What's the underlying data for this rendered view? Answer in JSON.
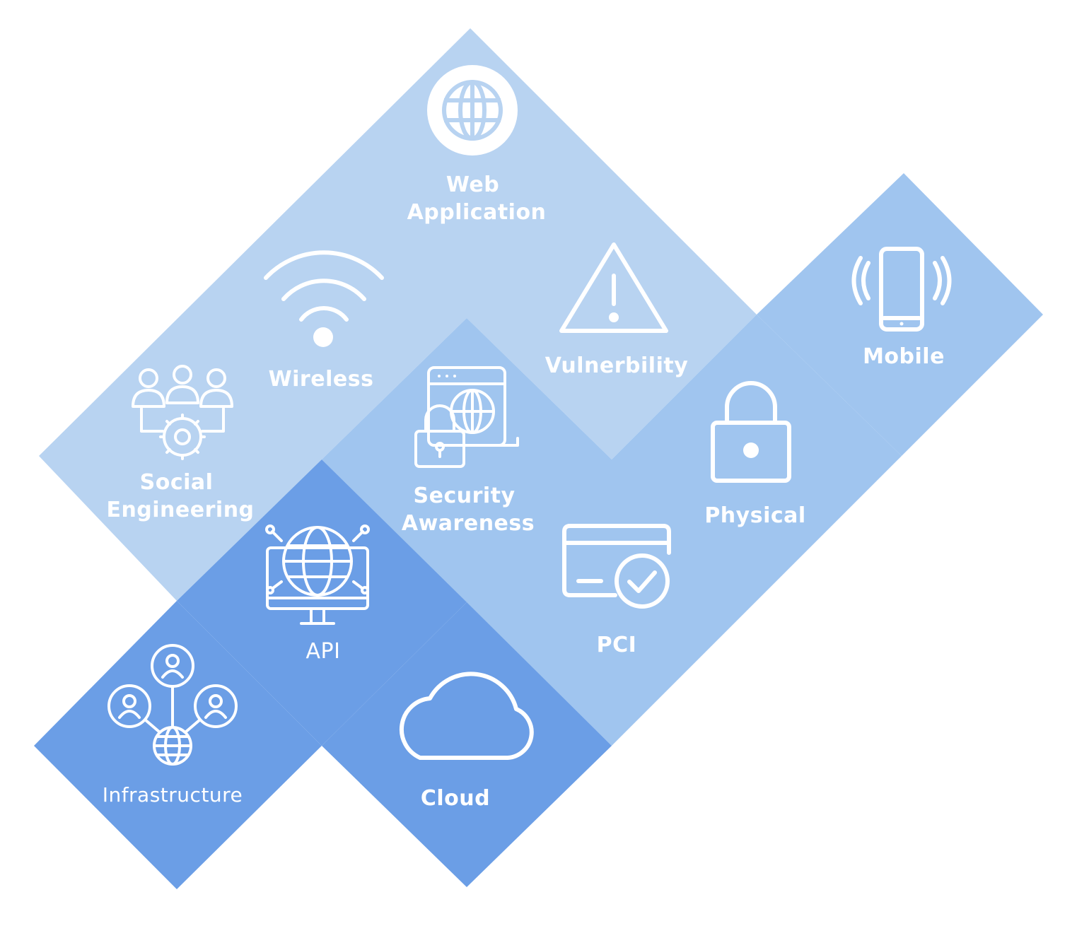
{
  "colors": {
    "light": "#b8d3f1",
    "medium": "#a0c5ef",
    "dark": "#6b9ee6",
    "text": "#ffffff"
  },
  "tiles": [
    {
      "id": "web-application",
      "lines": [
        "Web",
        "Application"
      ],
      "icon": "globe-icon",
      "shade": "light"
    },
    {
      "id": "wireless",
      "lines": [
        "Wireless"
      ],
      "icon": "wifi-icon",
      "shade": "light"
    },
    {
      "id": "social-engineering",
      "lines": [
        "Social",
        "Engineering"
      ],
      "icon": "people-gear-icon",
      "shade": "light"
    },
    {
      "id": "vulnerbility",
      "lines": [
        "Vulnerbility"
      ],
      "icon": "warning-icon",
      "shade": "light"
    },
    {
      "id": "security-awareness",
      "lines": [
        "Security",
        "Awareness"
      ],
      "icon": "browser-lock-icon",
      "shade": "medium"
    },
    {
      "id": "physical",
      "lines": [
        "Physical"
      ],
      "icon": "padlock-icon",
      "shade": "medium"
    },
    {
      "id": "mobile",
      "lines": [
        "Mobile"
      ],
      "icon": "vibrating-phone-icon",
      "shade": "medium"
    },
    {
      "id": "pci",
      "lines": [
        "PCI"
      ],
      "icon": "card-check-icon",
      "shade": "medium"
    },
    {
      "id": "api",
      "lines": [
        "API"
      ],
      "icon": "monitor-globe-icon",
      "shade": "dark"
    },
    {
      "id": "infrastructure",
      "lines": [
        "Infrastructure"
      ],
      "icon": "network-users-icon",
      "shade": "dark"
    },
    {
      "id": "cloud",
      "lines": [
        "Cloud"
      ],
      "icon": "cloud-icon",
      "shade": "dark"
    }
  ]
}
